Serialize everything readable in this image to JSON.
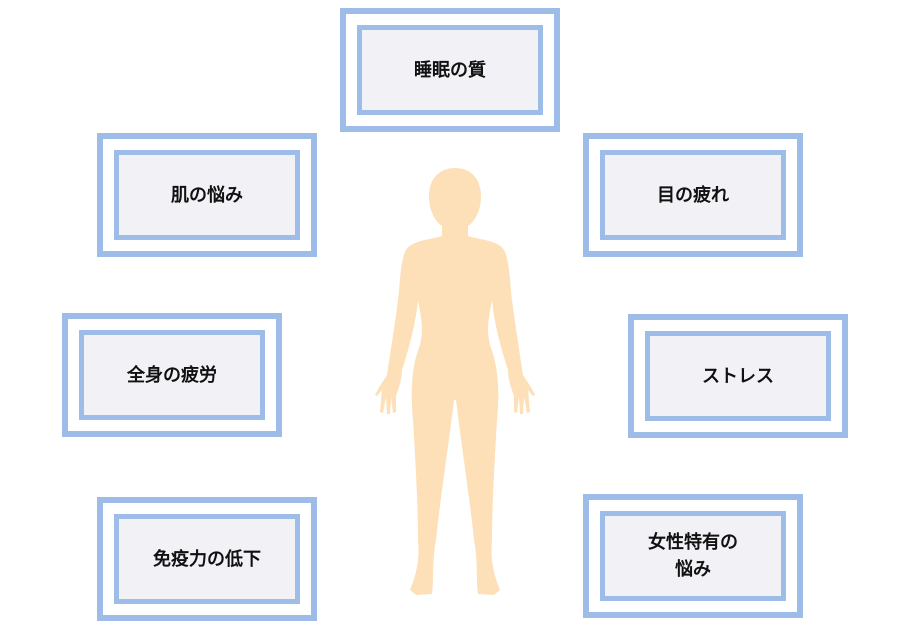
{
  "items": [
    {
      "label": "睡眠の質"
    },
    {
      "label": "肌の悩み"
    },
    {
      "label": "目の疲れ"
    },
    {
      "label": "全身の疲労"
    },
    {
      "label": "ストレス"
    },
    {
      "label": "免疫力の低下"
    },
    {
      "label": "女性特有の\n悩み"
    }
  ],
  "colors": {
    "border": "#9dbce8",
    "fill": "#f1f1f6",
    "skin": "#fde0b8"
  }
}
